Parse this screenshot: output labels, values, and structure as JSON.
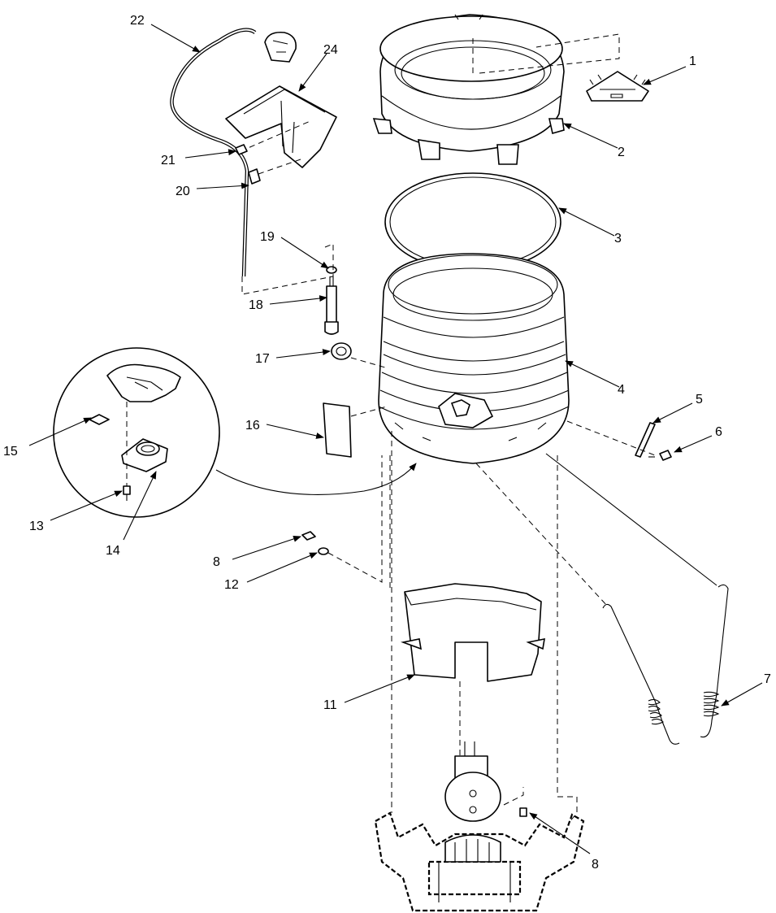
{
  "callouts": {
    "c1": "1",
    "c2": "2",
    "c3": "3",
    "c4": "4",
    "c5": "5",
    "c6": "6",
    "c7": "7",
    "c8a": "8",
    "c8b": "8",
    "c11": "11",
    "c12": "12",
    "c13": "13",
    "c14": "14",
    "c15": "15",
    "c16": "16",
    "c17": "17",
    "c18": "18",
    "c19": "19",
    "c20": "20",
    "c21": "21",
    "c22": "22",
    "c24": "24"
  }
}
